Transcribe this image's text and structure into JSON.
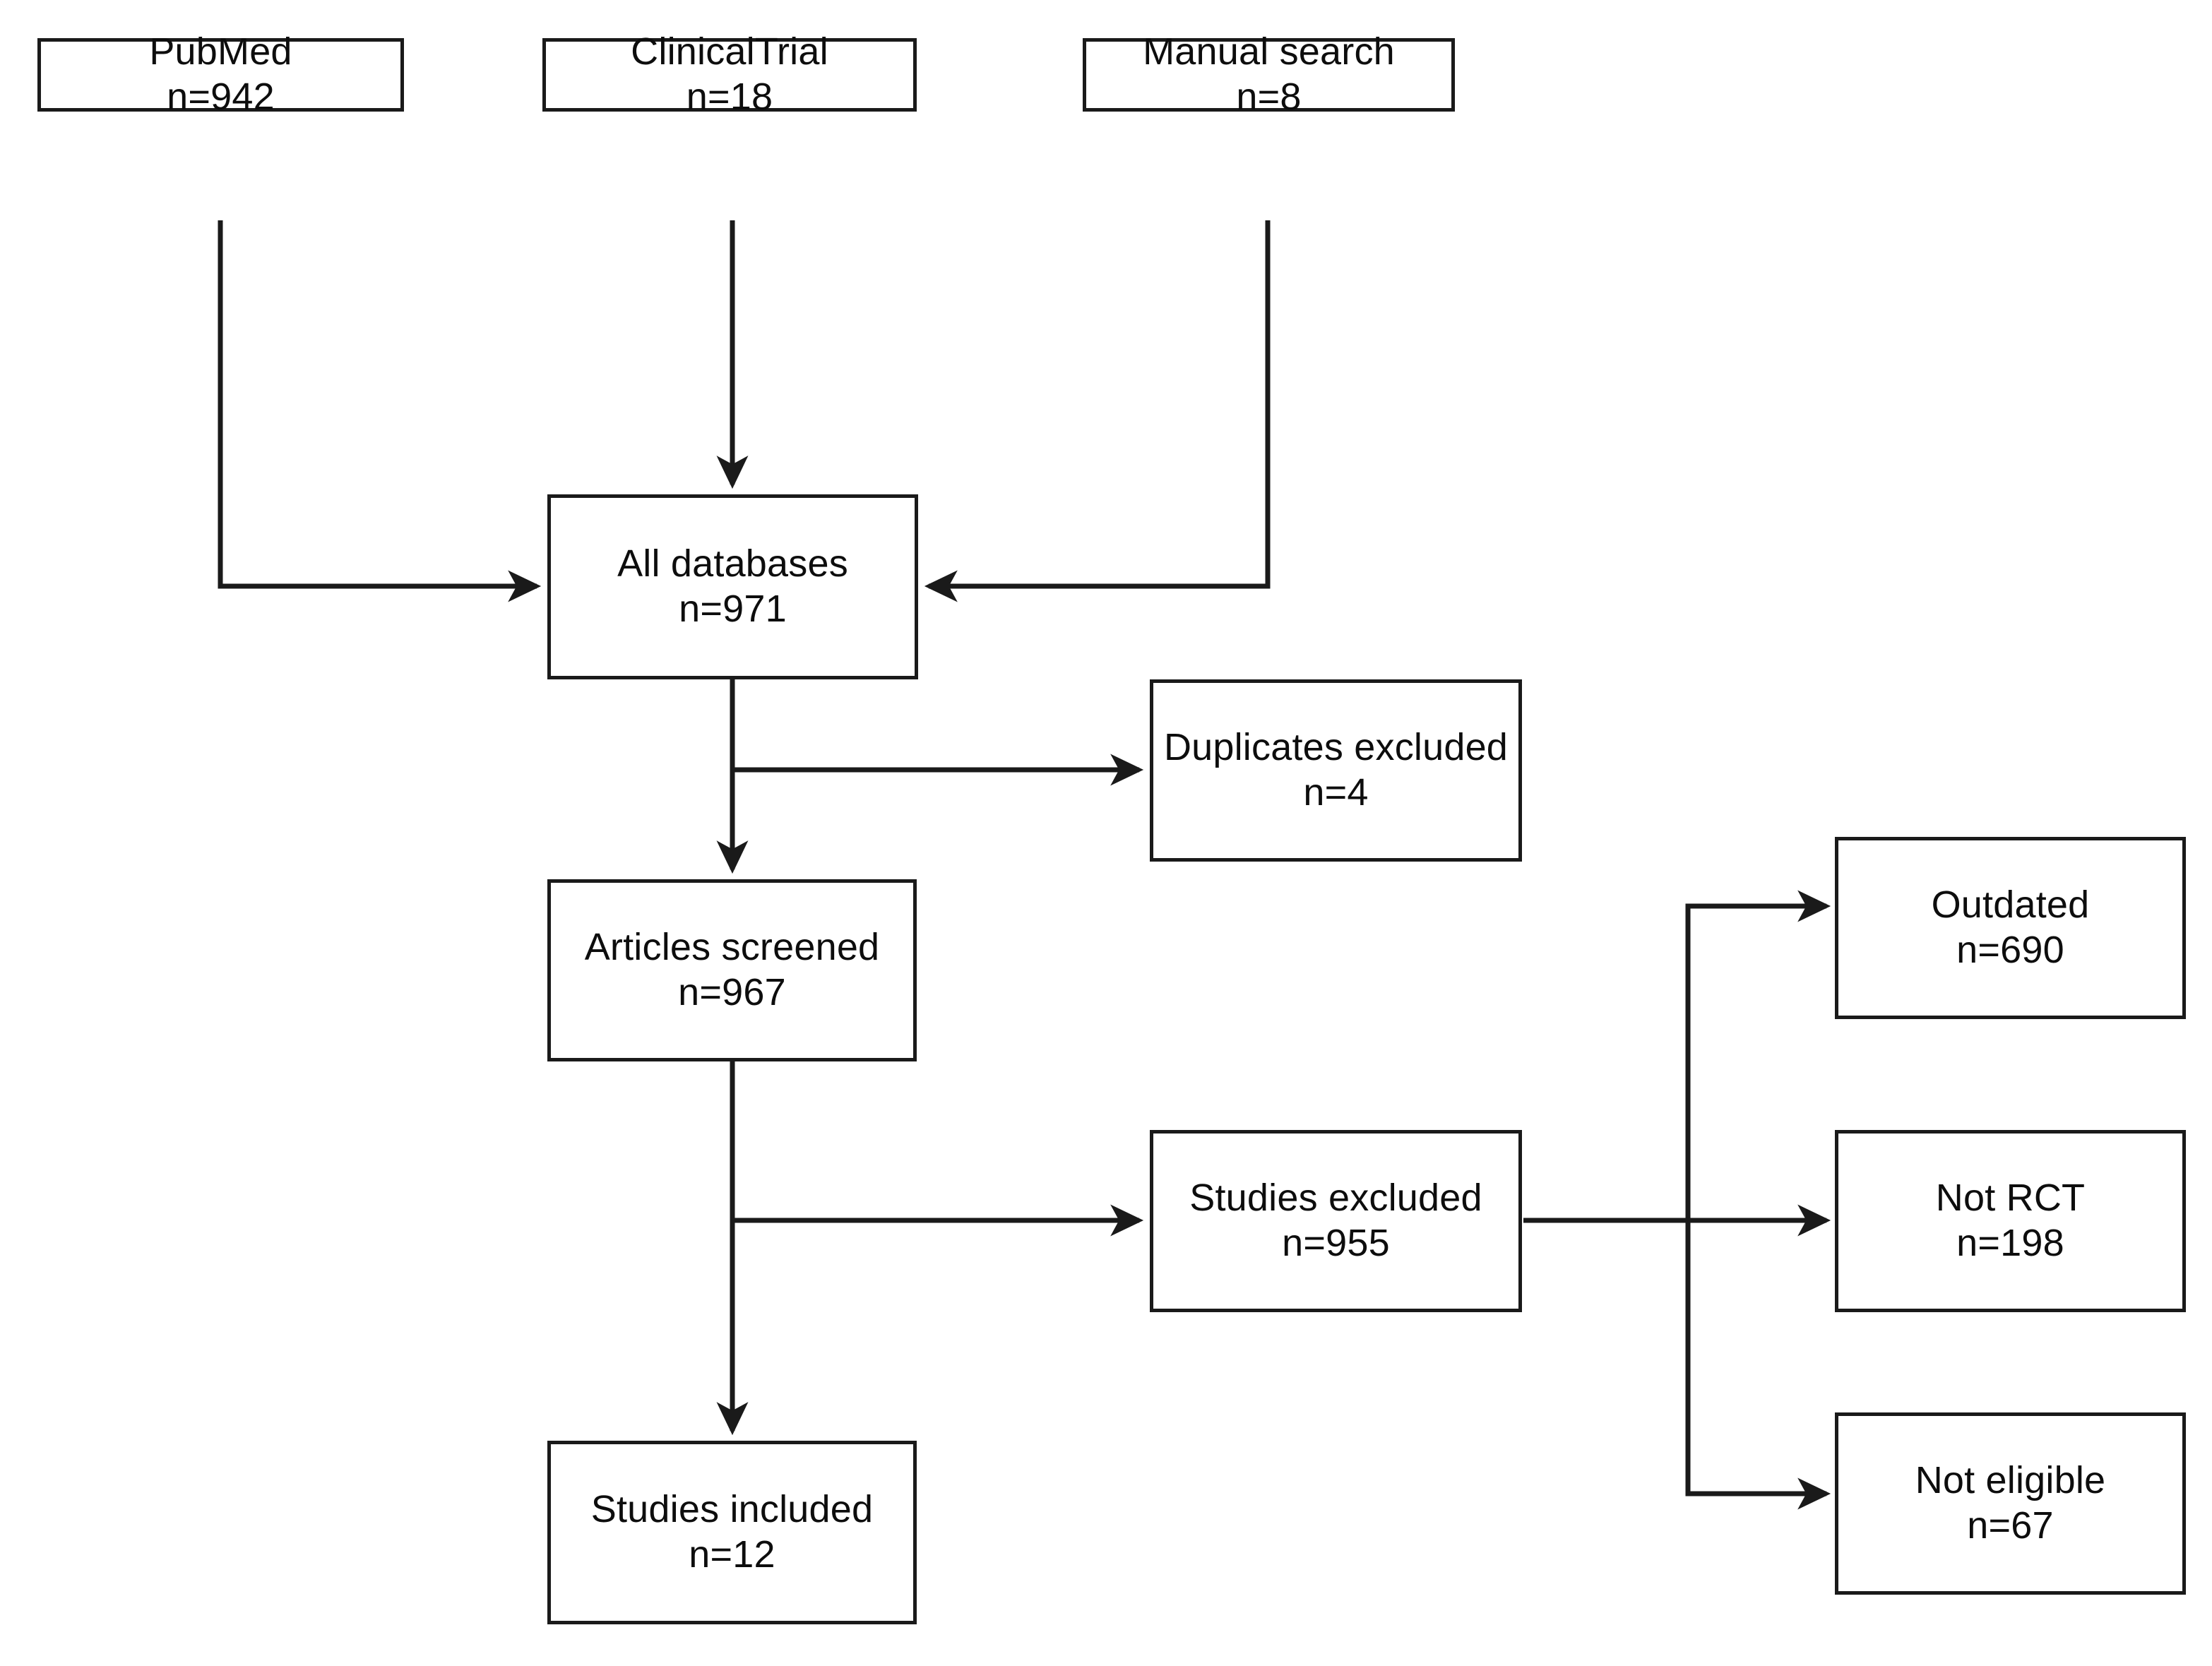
{
  "diagram": {
    "type": "prisma-flow-diagram",
    "title": "Study selection flow diagram",
    "stroke_color": "#1a1a1a",
    "background_color": "#ffffff",
    "text_color": "#0d0d0d"
  },
  "nodes": {
    "pubmed": {
      "label": "PubMed",
      "count": "n=942"
    },
    "clinicaltrial": {
      "label": "ClinicalTrial",
      "count": "n=18"
    },
    "manual_search": {
      "label": "Manual search",
      "count": "n=8"
    },
    "all_databases": {
      "label": "All databases",
      "count": "n=971"
    },
    "duplicates_excluded": {
      "label": "Duplicates excluded",
      "count": "n=4"
    },
    "articles_screened": {
      "label": "Articles screened",
      "count": "n=967"
    },
    "studies_excluded": {
      "label": "Studies excluded",
      "count": "n=955"
    },
    "outdated": {
      "label": "Outdated",
      "count": "n=690"
    },
    "not_rct": {
      "label": "Not RCT",
      "count": "n=198"
    },
    "not_eligible": {
      "label": "Not eligible",
      "count": "n=67"
    },
    "studies_included": {
      "label": "Studies included",
      "count": "n=12"
    }
  },
  "chart_data": {
    "type": "diagram",
    "title": "Study selection flow diagram",
    "nodes": [
      {
        "id": "pubmed",
        "label": "PubMed",
        "value": 942,
        "count_text": "n=942",
        "stage": "identification"
      },
      {
        "id": "clinicaltrial",
        "label": "ClinicalTrial",
        "value": 18,
        "count_text": "n=18",
        "stage": "identification"
      },
      {
        "id": "manual_search",
        "label": "Manual search",
        "value": 8,
        "count_text": "n=8",
        "stage": "identification"
      },
      {
        "id": "all_databases",
        "label": "All databases",
        "value": 971,
        "count_text": "n=971",
        "stage": "identification"
      },
      {
        "id": "duplicates_excluded",
        "label": "Duplicates excluded",
        "value": 4,
        "count_text": "n=4",
        "stage": "exclusion"
      },
      {
        "id": "articles_screened",
        "label": "Articles screened",
        "value": 967,
        "count_text": "n=967",
        "stage": "screening"
      },
      {
        "id": "studies_excluded",
        "label": "Studies excluded",
        "value": 955,
        "count_text": "n=955",
        "stage": "exclusion"
      },
      {
        "id": "outdated",
        "label": "Outdated",
        "value": 690,
        "count_text": "n=690",
        "stage": "exclusion-reason"
      },
      {
        "id": "not_rct",
        "label": "Not RCT",
        "value": 198,
        "count_text": "n=198",
        "stage": "exclusion-reason"
      },
      {
        "id": "not_eligible",
        "label": "Not eligible",
        "value": 67,
        "count_text": "n=67",
        "stage": "exclusion-reason"
      },
      {
        "id": "studies_included",
        "label": "Studies included",
        "value": 12,
        "count_text": "n=12",
        "stage": "included"
      }
    ],
    "edges": [
      {
        "from": "pubmed",
        "to": "all_databases"
      },
      {
        "from": "clinicaltrial",
        "to": "all_databases"
      },
      {
        "from": "manual_search",
        "to": "all_databases"
      },
      {
        "from": "all_databases",
        "to": "duplicates_excluded"
      },
      {
        "from": "all_databases",
        "to": "articles_screened"
      },
      {
        "from": "articles_screened",
        "to": "studies_excluded"
      },
      {
        "from": "articles_screened",
        "to": "studies_included"
      },
      {
        "from": "studies_excluded",
        "to": "outdated"
      },
      {
        "from": "studies_excluded",
        "to": "not_rct"
      },
      {
        "from": "studies_excluded",
        "to": "not_eligible"
      }
    ]
  }
}
